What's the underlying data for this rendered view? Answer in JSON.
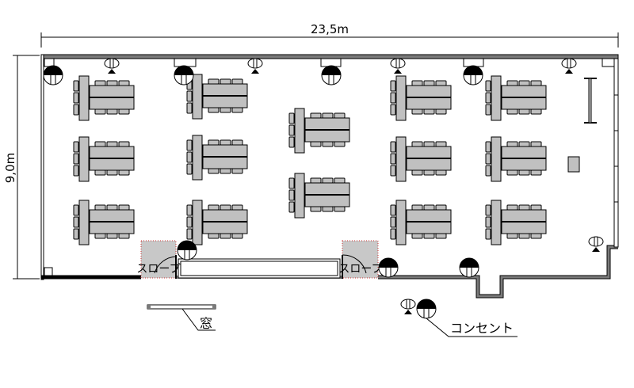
{
  "dimensions": {
    "width_label": "23,5m",
    "height_label": "9,0m"
  },
  "slopes": [
    {
      "label": "スロープ"
    },
    {
      "label": "スロープ"
    }
  ],
  "legend": {
    "window_label": "窓",
    "outlet_label": "コンセント"
  },
  "colors": {
    "wall": "#7a7a7a",
    "furniture": "#c0c0c0",
    "slope": "#c8c8c8",
    "slope_border": "#cc3333"
  }
}
